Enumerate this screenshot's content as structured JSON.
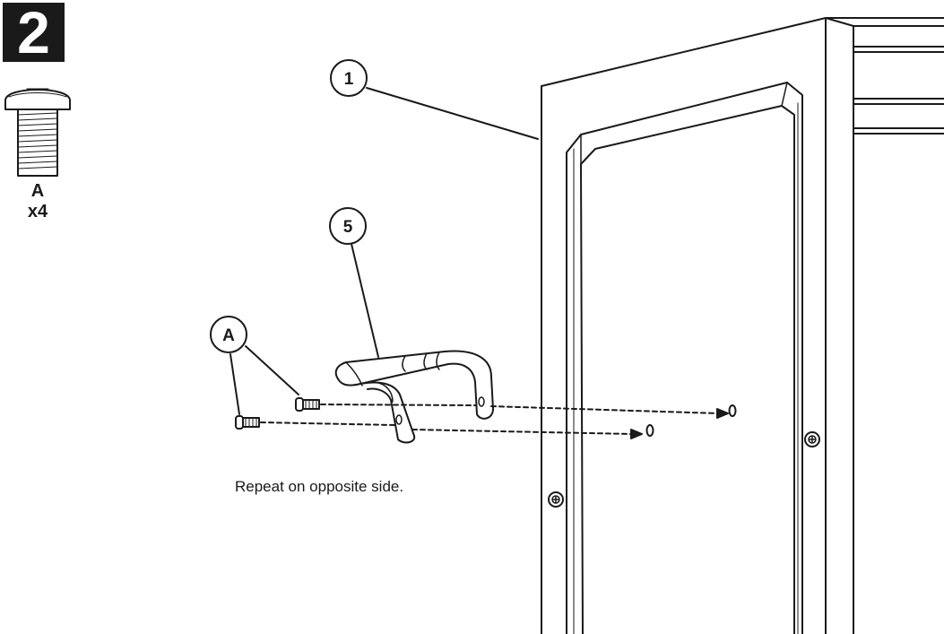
{
  "step": {
    "number": "2"
  },
  "hardware": {
    "letter": "A",
    "quantity": "x4",
    "icon": "screw-icon"
  },
  "callouts": {
    "cabinet": "1",
    "handle": "5",
    "screw": "A"
  },
  "instruction": "Repeat on opposite side."
}
